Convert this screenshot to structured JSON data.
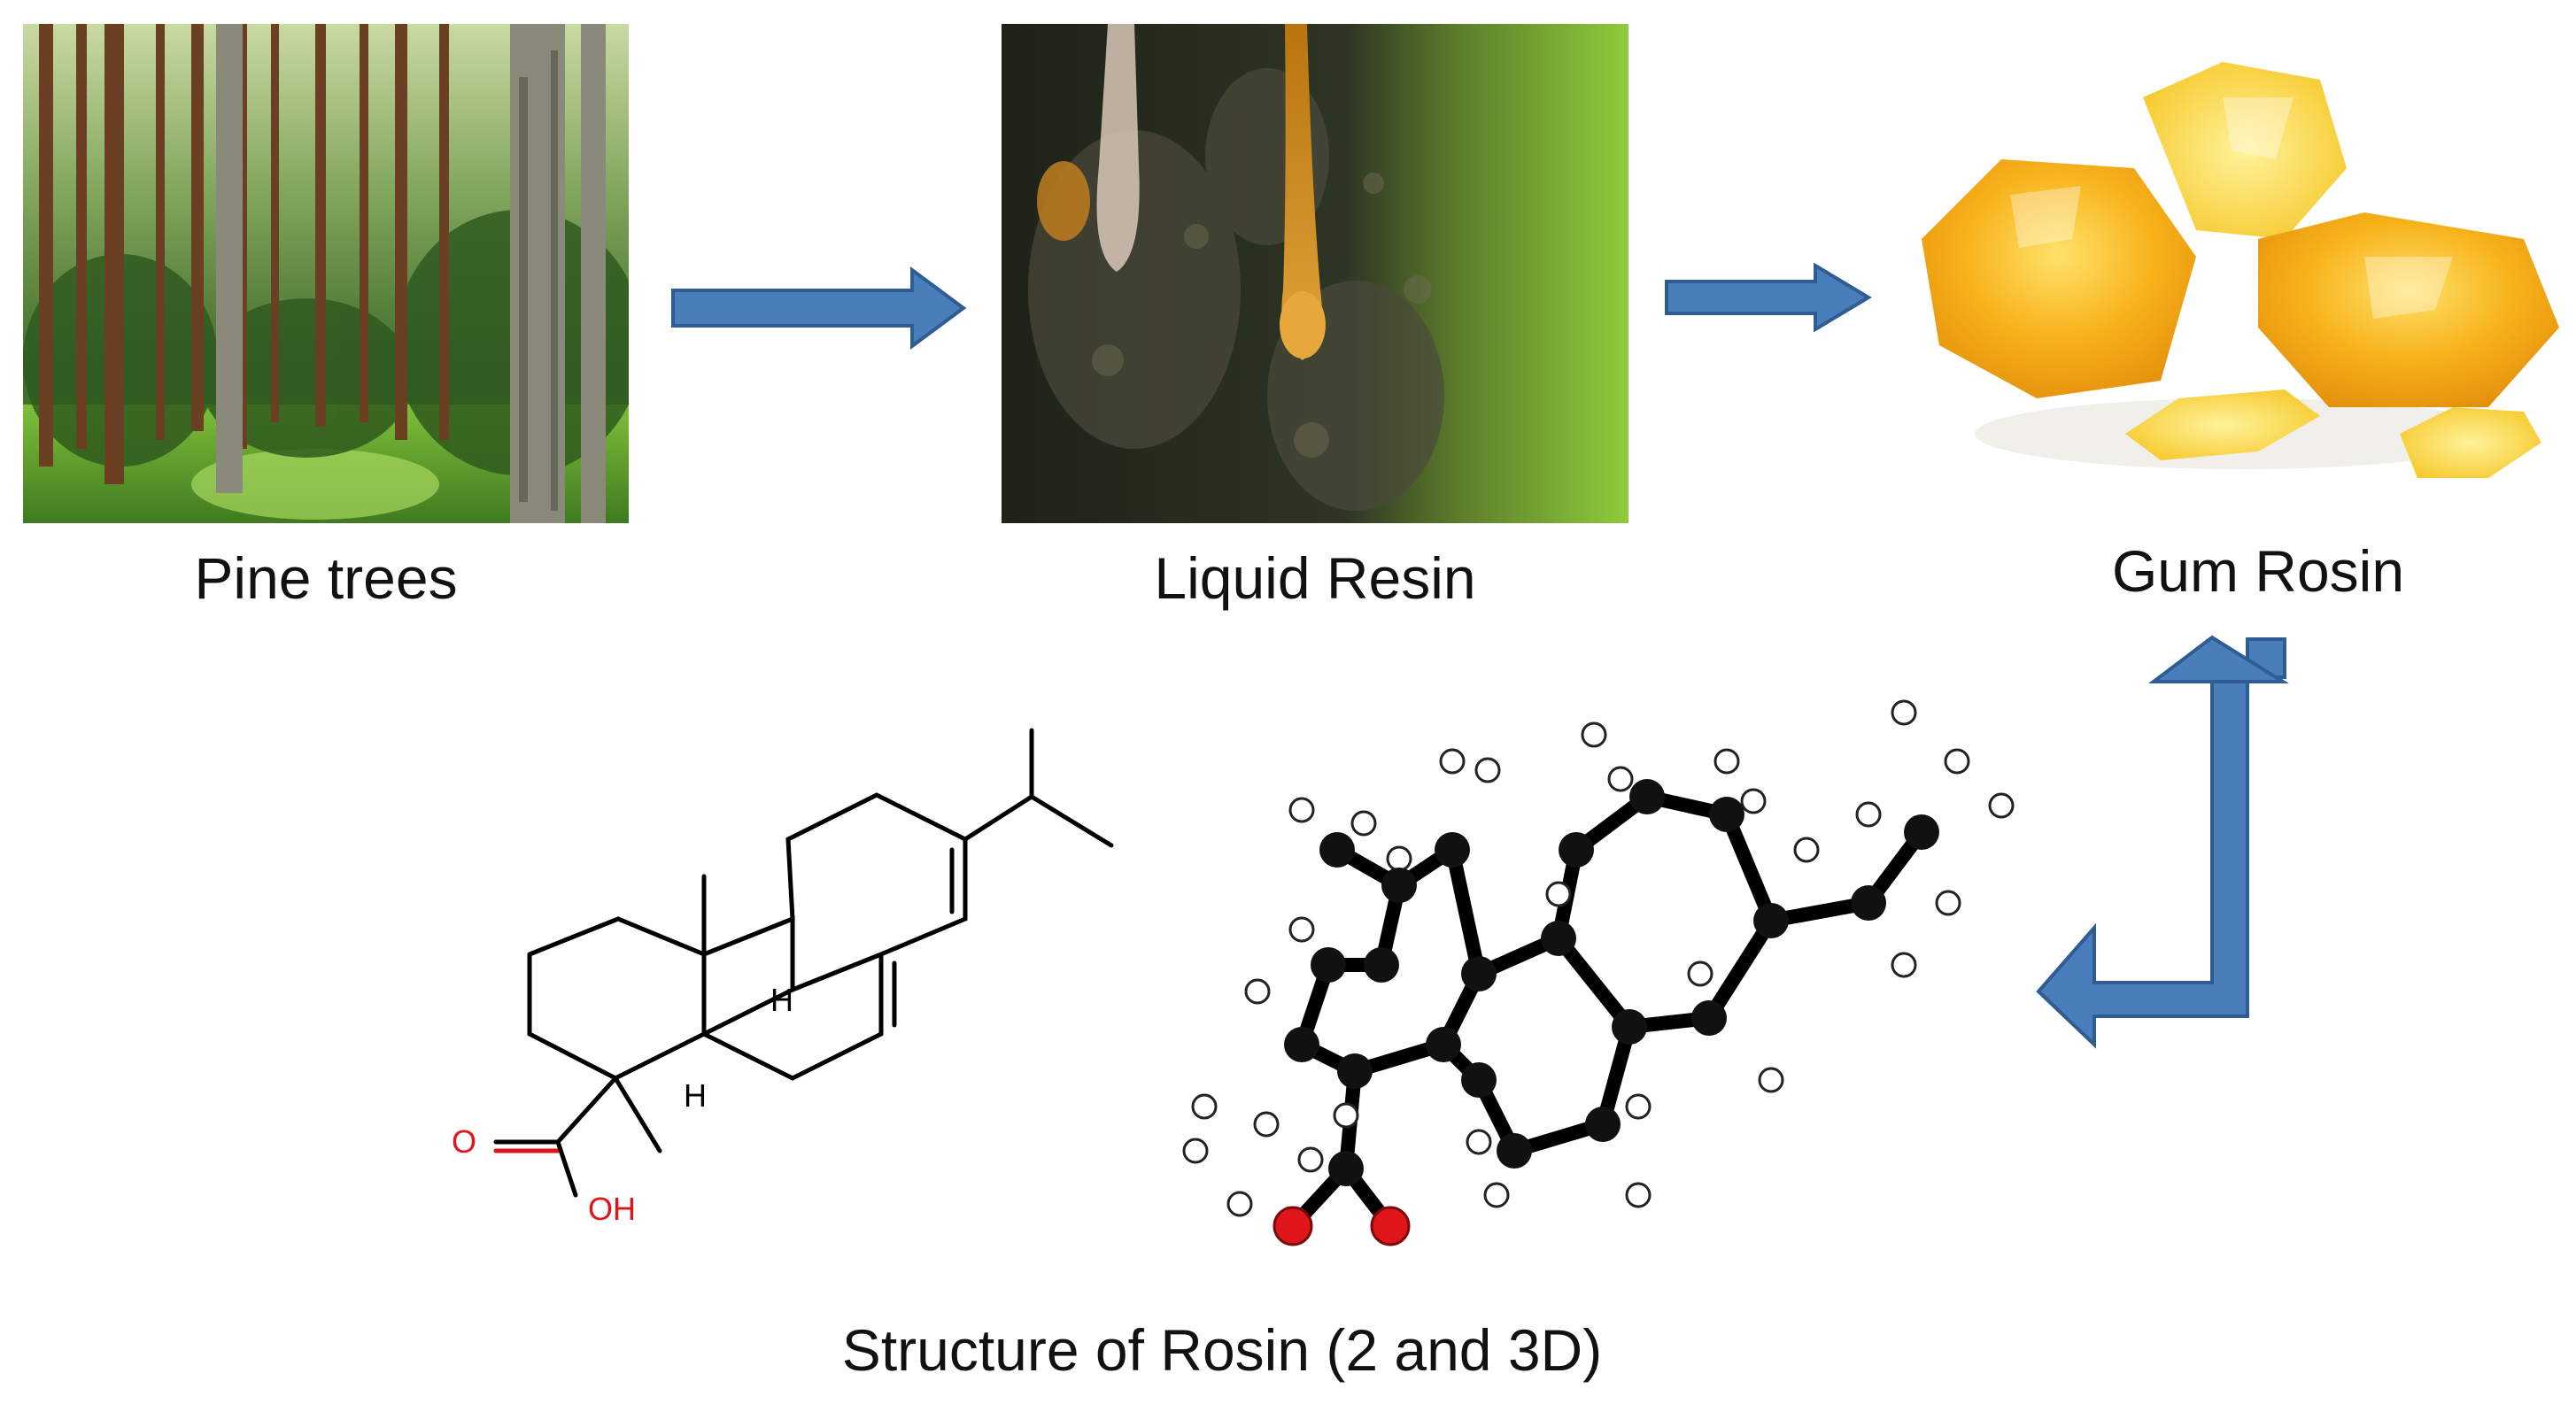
{
  "diagram": {
    "nodes": {
      "pine_trees": {
        "label": "Pine trees"
      },
      "liquid_resin": {
        "label": "Liquid Resin"
      },
      "gum_rosin": {
        "label": "Gum Rosin"
      },
      "structure": {
        "label": "Structure of Rosin (2 and 3D)"
      }
    },
    "edges": [
      {
        "from": "pine_trees",
        "to": "liquid_resin"
      },
      {
        "from": "liquid_resin",
        "to": "gum_rosin"
      },
      {
        "from": "gum_rosin",
        "to": "structure",
        "bidirectional": true
      }
    ],
    "molecule_labels": {
      "hydrogen_upper": "H",
      "hydrogen_lower": "H",
      "carbonyl_oxygen": "O",
      "hydroxyl": "OH"
    },
    "colors": {
      "arrow_fill": "#4a7ebb",
      "arrow_stroke": "#2f5c93",
      "oxygen_red": "#e0141b",
      "bond_black": "#000000",
      "hydrogen_white": "#ffffff",
      "resin_amber": "#c98a1a",
      "rosin_yellow": "#f7b21a"
    }
  }
}
